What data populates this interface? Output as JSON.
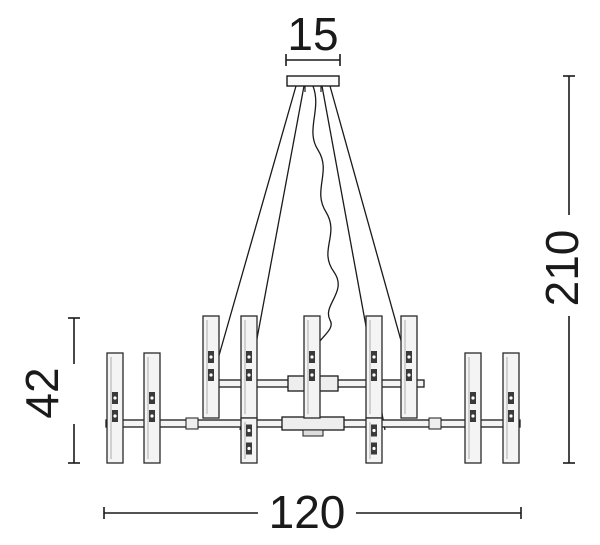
{
  "dimensions": {
    "canopy_width": "15",
    "total_height": "210",
    "body_height": "42",
    "diameter": "120"
  },
  "colors": {
    "line": "#1a1a1a",
    "glass_outline": "#2a2a2a",
    "glass_fill": "#f4f4f4",
    "socket": "#3a3a3a",
    "background": "#ffffff"
  }
}
